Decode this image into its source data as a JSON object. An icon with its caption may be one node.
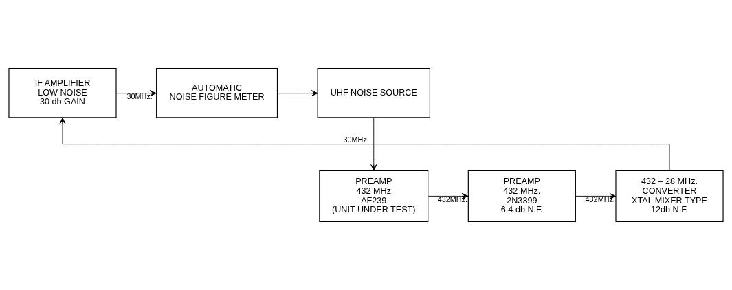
{
  "diagram": {
    "nodes": [
      {
        "text": [
          "UHF NOISE SOURCE"
        ]
      },
      {
        "text": [
          "AUTOMATIC",
          "NOISE FIGURE METER"
        ]
      },
      {
        "text": [
          "IF AMPLIFIER",
          "LOW NOISE",
          "30 db GAIN"
        ]
      },
      {
        "text": [
          "PREAMP",
          "432 MHz",
          "AF239",
          "(UNIT UNDER TEST)"
        ]
      },
      {
        "text": [
          "PREAMP",
          "432 MHz.",
          "2N3399",
          "6.4 db N.F."
        ]
      },
      {
        "text": [
          "432 – 28 MHz.",
          "CONVERTER",
          "XTAL MIXER TYPE",
          "12db N.F."
        ]
      }
    ],
    "edges": [
      {
        "from": 2,
        "to": 1,
        "arrow": "to",
        "label": "30MHz."
      },
      {
        "from": 1,
        "to": 0,
        "arrow": "to"
      },
      {
        "from": 0,
        "to": 3,
        "arrow": "to"
      },
      {
        "from": 3,
        "to": 4,
        "arrow": "to",
        "label": "432MHz."
      },
      {
        "from": 4,
        "to": 5,
        "arrow": "to",
        "label": "432MHz."
      },
      {
        "from": 5,
        "to": 2,
        "arrow": "to",
        "label": "30MHz."
      }
    ]
  }
}
